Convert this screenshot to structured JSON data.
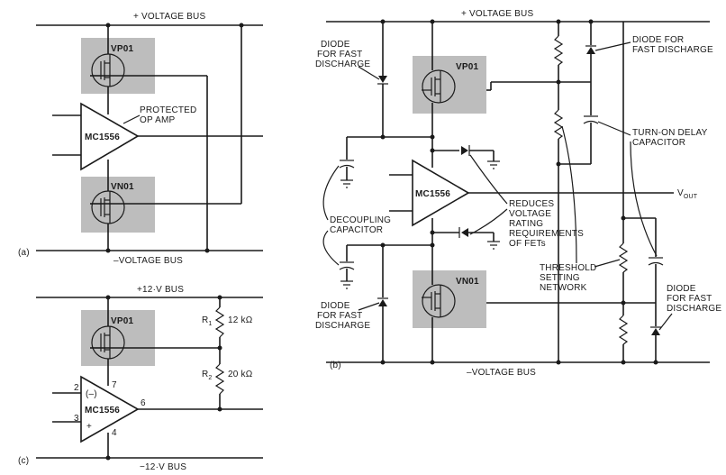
{
  "a": {
    "vbus_top": "+ VOLTAGE BUS",
    "vbus_bottom": "–VOLTAGE BUS",
    "vp": "VP01",
    "vn": "VN01",
    "opamp": "MC1556",
    "note1": "PROTECTED",
    "note2": "OP AMP",
    "tag": "(a)"
  },
  "b": {
    "vbus_top": "+ VOLTAGE BUS",
    "vbus_bottom": "–VOLTAGE BUS",
    "vp": "VP01",
    "vn": "VN01",
    "opamp": "MC1556",
    "vout": "V",
    "vout_sub": "OUT",
    "diode_tl": [
      "DIODE",
      "FOR FAST",
      "DISCHARGE"
    ],
    "diode_tr": [
      "DIODE FOR",
      "FAST DISCHARGE"
    ],
    "turnon": [
      "TURN-ON DELAY",
      "CAPACITOR"
    ],
    "decoupling": [
      "DECOUPLING",
      "CAPACITOR"
    ],
    "reduces": [
      "REDUCES",
      "VOLTAGE",
      "RATING",
      "REQUIREMENTS",
      "OF FETs"
    ],
    "threshold": [
      "THRESHOLD",
      "SETTING",
      "NETWORK"
    ],
    "diode_bl": [
      "DIODE",
      "FOR FAST",
      "DISCHARGE"
    ],
    "diode_br": [
      "DIODE",
      "FOR FAST",
      "DISCHARGE"
    ],
    "tag": "(b)"
  },
  "c": {
    "vbus_top": "+12·V BUS",
    "vbus_bottom": "−12·V BUS",
    "vp": "VP01",
    "opamp": "MC1556",
    "r1": "R",
    "r1_sub": "1",
    "r1_val": "12 kΩ",
    "r2": "R",
    "r2_sub": "2",
    "r2_val": "20 kΩ",
    "pin2": "2",
    "pin3": "3",
    "pin4": "4",
    "pin6": "6",
    "pin7": "7",
    "minus": "(–)",
    "plus": "+",
    "tag": "(c)"
  }
}
